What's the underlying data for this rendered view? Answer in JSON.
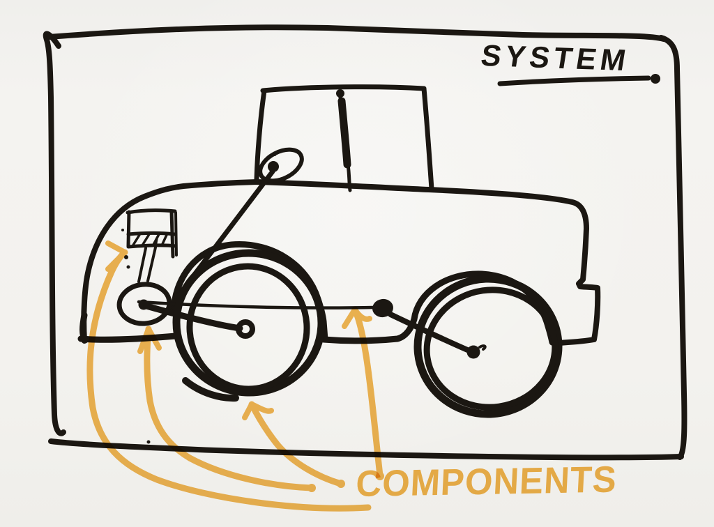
{
  "labels": {
    "system": "SYSTEM",
    "components": "COMPONENTS"
  },
  "colors": {
    "paper": "#f3f2ef",
    "ink": "#1b1712",
    "accent": "#f2b44c"
  },
  "sketch": {
    "type": "hand-drawn-diagram",
    "subject": "car side view inside a frame",
    "arrow_count": 4,
    "arrow_targets": [
      "engine",
      "crankshaft",
      "front-wheel",
      "rear-linkage-joint"
    ]
  }
}
